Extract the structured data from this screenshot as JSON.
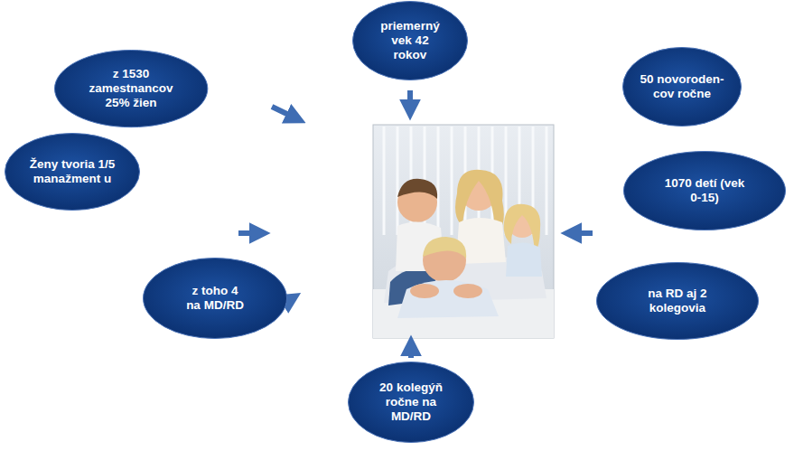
{
  "diagram": {
    "nodes": [
      {
        "text": [
          "priemerný vek 42 rokov"
        ]
      },
      {
        "text": [
          "50 novoroden- cov ročne"
        ]
      },
      {
        "text": [
          "z 1530 zamestnancov 25% žien"
        ]
      },
      {
        "text": [
          "Ženy tvoria 1/5 manažment u"
        ]
      },
      {
        "text": [
          "1070 detí (vek 0-15)"
        ]
      },
      {
        "text": [
          "z toho 4 na MD/RD"
        ]
      },
      {
        "text": [
          "na RD aj 2 kolegovia"
        ]
      },
      {
        "text": [
          "20 kolegýň ročne na MD/RD"
        ]
      }
    ]
  }
}
